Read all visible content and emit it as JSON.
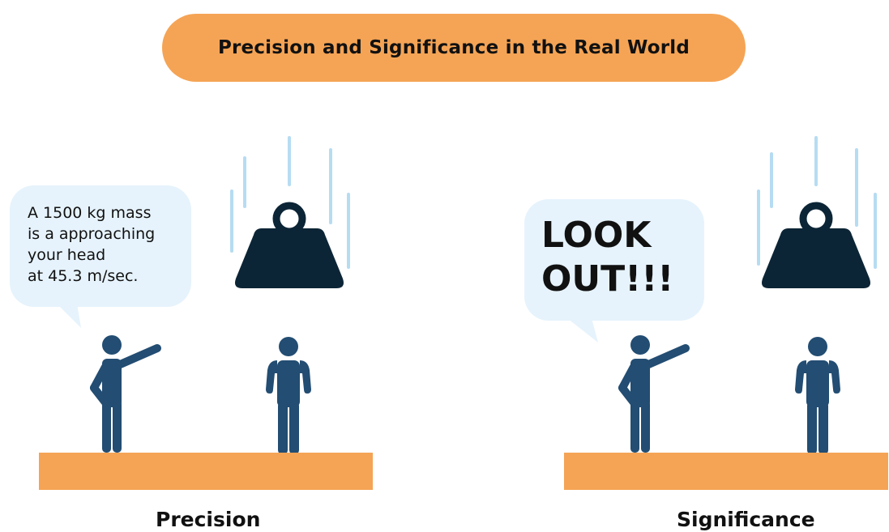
{
  "title": "Precision and Significance in the Real World",
  "left_panel": {
    "caption": "Precision",
    "speech_lines": [
      "A 1500 kg mass",
      "is a approaching",
      "your head",
      "at 45.3 m/sec."
    ]
  },
  "right_panel": {
    "caption": "Significance",
    "speech_lines": [
      "LOOK",
      "OUT!!!"
    ]
  },
  "colors": {
    "accent_orange": "#f5a455",
    "figure_blue": "#234d72",
    "weight_navy": "#0c2536",
    "bubble_fill": "#e6f3fc",
    "motion_lines": "#b6dcf2"
  },
  "icons": [
    "falling-weight-icon",
    "pointing-person-icon",
    "standing-person-icon",
    "speech-bubble-icon"
  ]
}
